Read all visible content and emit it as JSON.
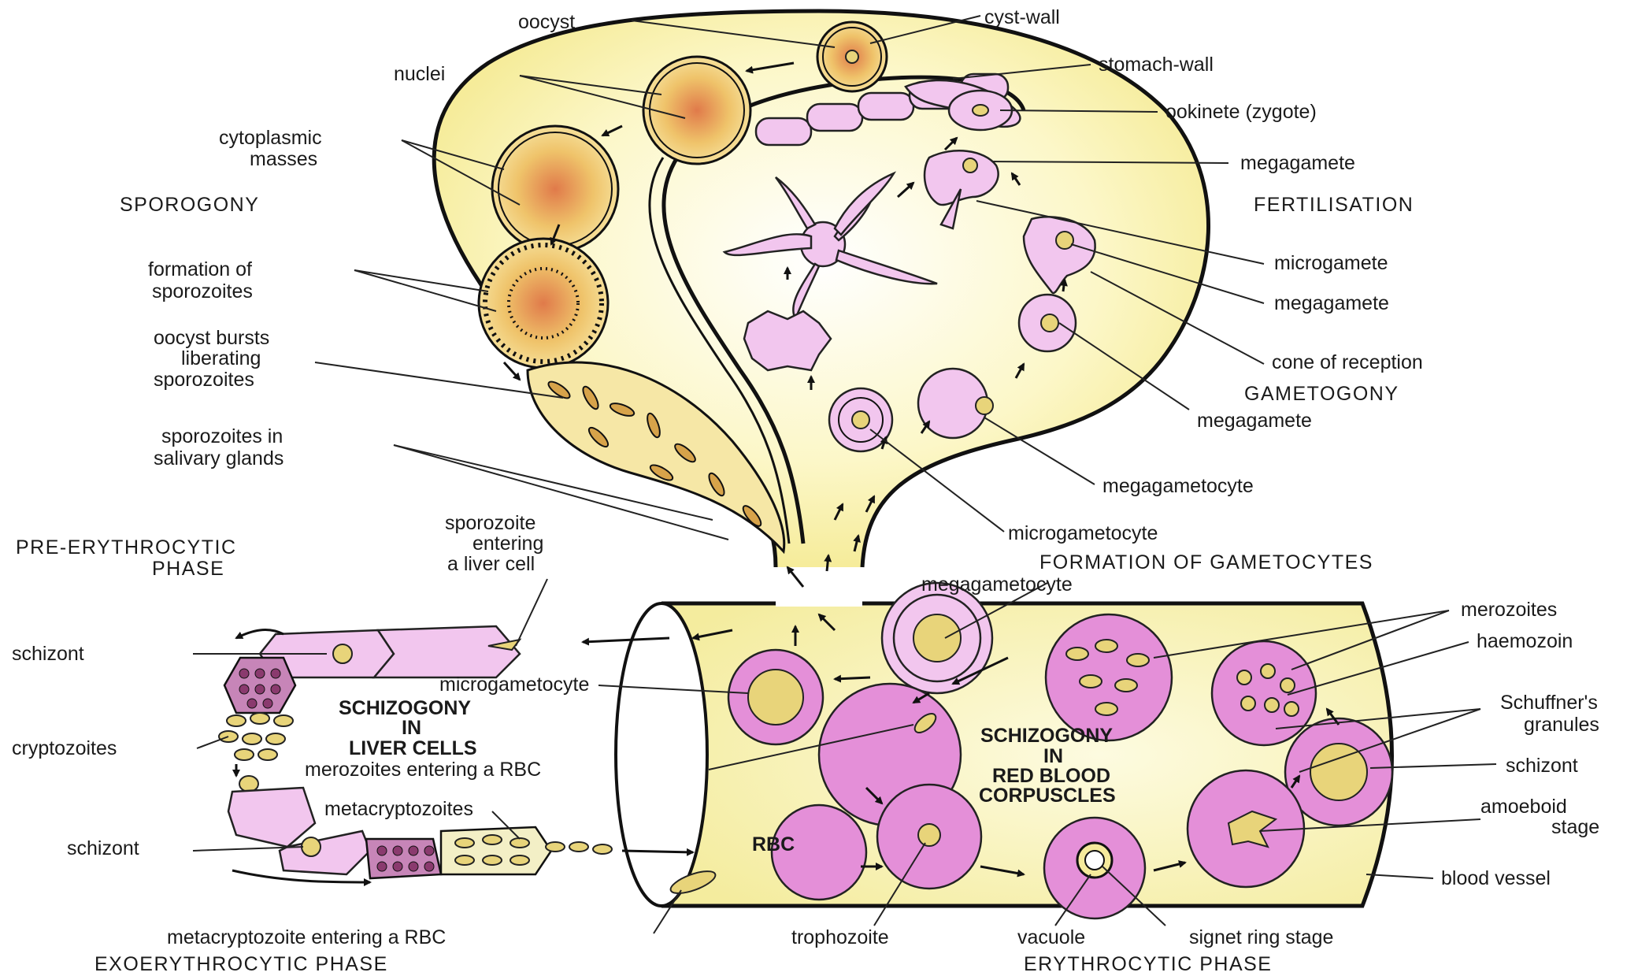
{
  "sections": {
    "sporogony": "SPOROGONY",
    "fertilisation": "FERTILISATION",
    "gametogony": "GAMETOGONY",
    "formation_of_gametocytes": "FORMATION OF GAMETOCYTES",
    "pre_erythrocytic": [
      "PRE-ERYTHROCYTIC",
      "PHASE"
    ],
    "exoerythrocytic": "EXOERYTHROCYTIC PHASE",
    "erythrocytic": "ERYTHROCYTIC PHASE",
    "schizogony_liver": [
      "SCHIZOGONY",
      "IN",
      "LIVER CELLS"
    ],
    "schizogony_rbc": [
      "SCHIZOGONY",
      "IN",
      "RED BLOOD",
      "CORPUSCLES"
    ]
  },
  "labels": {
    "oocyst": "oocyst",
    "cyst_wall": "cyst-wall",
    "nuclei": "nuclei",
    "stomach_wall": "stomach-wall",
    "ookinete": "ookinete (zygote)",
    "cytoplasmic_masses": [
      "cytoplasmic",
      "masses"
    ],
    "megagamete_top": "megagamete",
    "formation_of_sporozoites": [
      "formation of",
      "sporozoites"
    ],
    "microgamete": "microgamete",
    "megagamete_mid": "megagamete",
    "oocyst_bursts": [
      "oocyst bursts",
      "liberating",
      "sporozoites"
    ],
    "cone_of_reception": "cone of reception",
    "megagamete_low": "megagamete",
    "sporozoites_salivary": [
      "sporozoites in",
      "salivary glands"
    ],
    "megagametocyte_top": "megagametocyte",
    "microgametocyte_top": "microgametocyte",
    "sporozoite_entering": [
      "sporozoite",
      "entering",
      "a liver cell"
    ],
    "schizont_liver_top": "schizont",
    "microgametocyte_low": "microgametocyte",
    "megagametocyte_low": "megagametocyte",
    "merozoites": "merozoites",
    "haemozoin": "haemozoin",
    "schuffners": [
      "Schuffner's",
      "granules"
    ],
    "schizont_rbc": "schizont",
    "cryptozoites": "cryptozoites",
    "merozoites_entering": "merozoites entering a RBC",
    "metacryptozoites": "metacryptozoites",
    "schizont_liver_low": "schizont",
    "amoeboid_stage": [
      "amoeboid",
      "stage"
    ],
    "rbc": "RBC",
    "blood_vessel": "blood vessel",
    "metacryptozoite_entering": "metacryptozoite entering a RBC",
    "trophozoite": "trophozoite",
    "vacuole": "vacuole",
    "signet_ring": "signet ring stage"
  },
  "colors": {
    "cytoplasm_fill": "#fbf6c0",
    "rbc_pink": "#e48fd8",
    "cell_light_pink": "#f2c6ee",
    "nucleus_yellow": "#e8d47a",
    "oocyst_orange": "#e2b24a"
  }
}
